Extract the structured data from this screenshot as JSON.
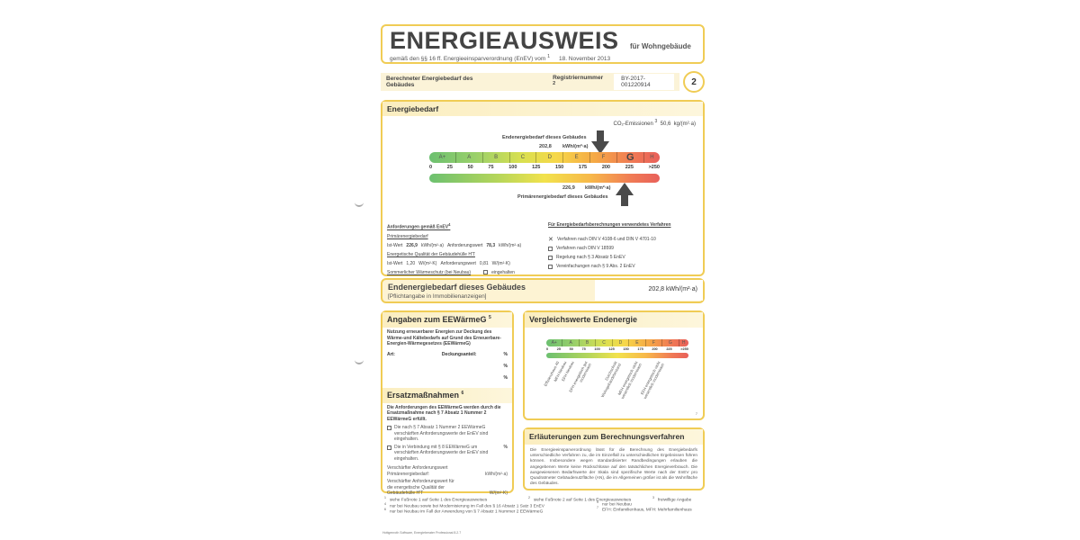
{
  "document": {
    "title": "ENERGIEAUSWEIS",
    "subtitle": "für Wohngebäude",
    "regulation_line": "gemäß den §§ 16 ff. Energieeinsparverordnung (EnEV) vom",
    "regulation_footnote": "1",
    "regulation_date": "18. November 2013",
    "section_label": "Berechneter Energiebedarf des Gebäudes",
    "registration_label": "Registriernummer",
    "registration_footnote": "2",
    "registration_number": "BY-2017-001220914",
    "page_number": "2"
  },
  "energiebedarf": {
    "header": "Energiebedarf",
    "co2_label": "CO₂-Emissionen",
    "co2_footnote": "3",
    "co2_value": "50,6",
    "co2_unit": "kg/(m²·a)",
    "end_label": "Endenergiebedarf dieses Gebäudes",
    "end_value": "202,8",
    "end_unit": "kWh/(m²·a)",
    "primary_value": "226,9",
    "primary_unit": "kWh/(m²·a)",
    "primary_label": "Primärenergiebedarf dieses Gebäudes",
    "classes": [
      "A+",
      "A",
      "B",
      "C",
      "D",
      "E",
      "F",
      "G",
      "H"
    ],
    "ticks": [
      "0",
      "25",
      "50",
      "75",
      "100",
      "125",
      "150",
      "175",
      "200",
      "225",
      ">250"
    ],
    "highlighted_class": "G"
  },
  "anforderungen": {
    "header": "Anforderungen gemäß EnEV",
    "header_footnote": "4",
    "primaer_label": "Primärenergiebedarf",
    "ist_label": "Ist-Wert",
    "ist_primaer": "226,9",
    "unit_kwh": "kWh/(m²·a)",
    "anf_label": "Anforderungswert",
    "anf_primaer": "78,3",
    "huelle_label": "Energetische Qualität der Gebäudehülle H'T",
    "ist_huelle": "1,20",
    "unit_w": "W/(m²·K)",
    "anf_huelle": "0,81",
    "sommer_label": "Sommerlicher Wärmeschutz (bei Neubau)",
    "eingehalten": "eingehalten"
  },
  "verfahren": {
    "header": "Für Energiebedarfsberechnungen verwendetes Verfahren",
    "options": [
      {
        "label": "Verfahren nach DIN V 4108-6 und DIN V 4701-10",
        "checked": true
      },
      {
        "label": "Verfahren nach DIN V 18599",
        "checked": false
      },
      {
        "label": "Regelung nach § 3 Absatz 5 EnEV",
        "checked": false
      },
      {
        "label": "Vereinfachungen nach § 9 Abs. 2 EnEV",
        "checked": false
      }
    ]
  },
  "endenergie_box": {
    "title": "Endenergiebedarf dieses Gebäudes",
    "subtitle": "[Pflichtangabe in Immobilienanzeigen]",
    "value": "202,8 kWh/(m²·a)"
  },
  "eewaermeg": {
    "header": "Angaben zum EEWärmeG",
    "footnote": "5",
    "intro": "Nutzung erneuerbarer Energien zur Deckung des Wärme-und Kältebedarfs auf Grund des Erneuerbare-Energien-Wärmegesetzes (EEWärmeG)",
    "art_label": "Art:",
    "deckung_label": "Deckungsanteil:",
    "pct": "%"
  },
  "ersatz": {
    "header": "Ersatzmaßnahmen",
    "footnote": "6",
    "intro": "Die Anforderungen des EEWärmeG werden durch die Ersatzmaßnahme nach § 7 Absatz 1 Nummer 2 EEWärmeG erfüllt.",
    "option1": "Die nach § 7 Absatz 1 Nummer 2 EEWärmeG verschärften Anforderungswerte der EnEV sind eingehalten.",
    "option2": "Die in Verbindung mit § 8 EEWärmeG um verschärften Anforderungswerte der EnEV sind eingehalten.",
    "pct": "%",
    "primaer_label": "Verschärfter Anforderungswert Primärenergiebedarf:",
    "primaer_unit": "kWh/(m²·a)",
    "huelle_label": "Verschärfter Anforderungswert für die energetische Qualität der Gebäudehülle H'T",
    "huelle_unit": "W/(m²·K)"
  },
  "vergleich": {
    "header": "Vergleichswerte Endenergie",
    "classes": [
      "A+",
      "A",
      "B",
      "C",
      "D",
      "E",
      "F",
      "G",
      "H"
    ],
    "ticks": [
      "0",
      "25",
      "50",
      "75",
      "100",
      "125",
      "150",
      "175",
      "200",
      "225",
      ">250"
    ],
    "labels": [
      "Effizienzhaus 40",
      "MFH Neubau",
      "EFH Neubau",
      "EFH energetisch gut modernisiert",
      "Durchschnitt Wohngebäudebestand",
      "MFH energetisch nicht wesentlich modernisiert",
      "EFH energetisch nicht wesentlich modernisiert"
    ],
    "footnote": "7"
  },
  "erlaeuterungen": {
    "header": "Erläuterungen zum Berechnungsverfahren",
    "text": "Die Energieeinsparverordnung lässt für die Berechnung des Energiebedarfs unterschiedliche Verfahren zu, die im Einzelfall zu unterschiedlichen Ergebnissen führen können. Insbesondere wegen standardisierter Randbedingungen erlauben die angegebenen Werte keine Rückschlüsse auf den tatsächlichen Energieverbrauch. Die ausgewiesenen Bedarfswerte der Skala sind spezifische Werte nach der EnEV pro Quadratmeter Gebäudenutzfläche (AN), die im Allgemeinen größer ist als die Wohnfläche des Gebäudes."
  },
  "footnotes": [
    {
      "n": "1",
      "text": "siehe Fußnote 1 auf Seite 1 des Energieausweises"
    },
    {
      "n": "2",
      "text": "siehe Fußnote 2 auf Seite 1 des Energieausweises"
    },
    {
      "n": "3",
      "text": "freiwillige Angabe"
    },
    {
      "n": "4",
      "text": "nur bei Neubau sowie bei Modernisierung im Fall des § 16 Absatz 1 Satz 3 EnEV"
    },
    {
      "n": "5",
      "text": "nur bei Neubau"
    },
    {
      "n": "6",
      "text": "nur bei Neubau im Fall der Anwendung von § 7 Absatz 1 Nummer 2 EEWärmeG"
    },
    {
      "n": "7",
      "text": "EFH: Einfamilienhaus, MFH: Mehrfamilienhaus"
    }
  ],
  "software": "Hottgenroth Software, Energieberater Professional 8.2.7"
}
